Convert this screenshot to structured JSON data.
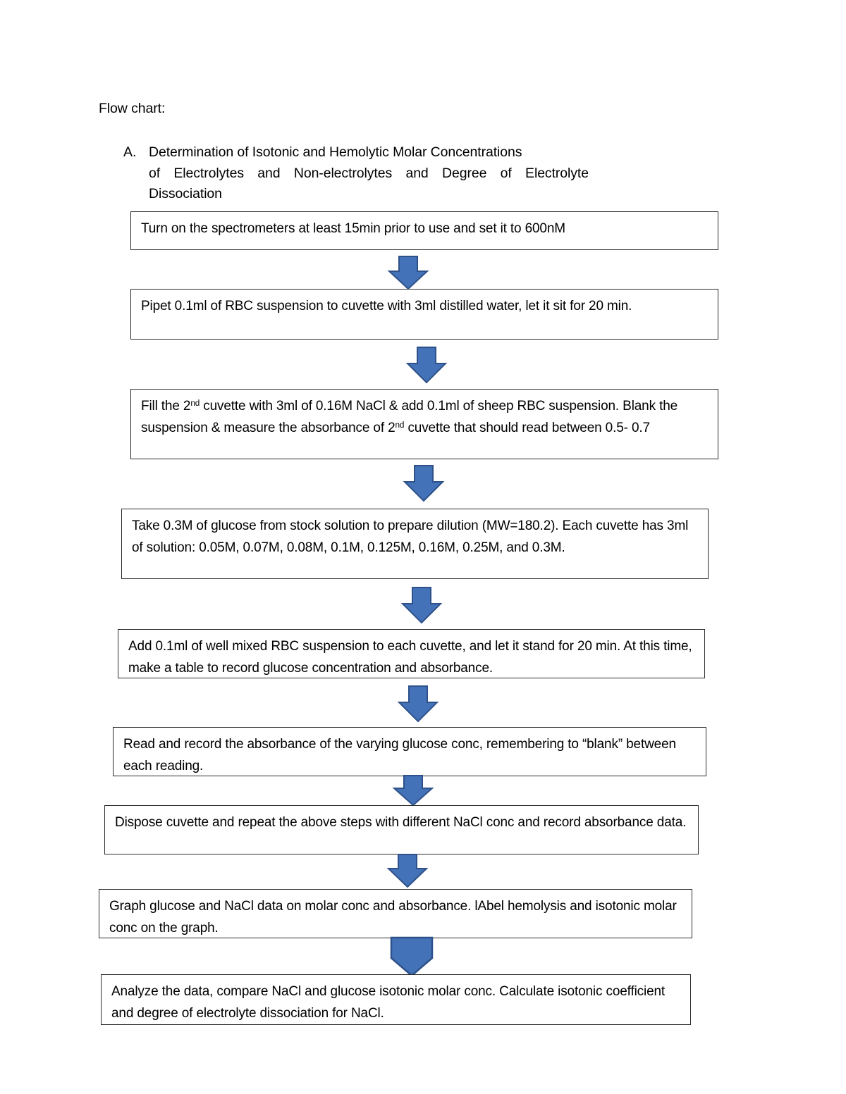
{
  "document": {
    "flow_label": "Flow chart:",
    "section": {
      "marker": "A.",
      "line1": "Determination of Isotonic and Hemolytic Molar Concentrations",
      "line2": "of Electrolytes and Non-electrolytes and Degree of Electrolyte",
      "line3": "Dissociation"
    }
  },
  "flowchart": {
    "arrow_fill": "#4472B8",
    "arrow_stroke": "#2E5189",
    "box_border": "#2b2b2b",
    "steps": [
      {
        "id": "step-1",
        "text": "Turn on the spectrometers at least 15min prior to use and set it to 600nM"
      },
      {
        "id": "step-2",
        "text": "Pipet 0.1ml of RBC suspension to cuvette with 3ml distilled water, let it sit for 20 min."
      },
      {
        "id": "step-3",
        "text_part1": "Fill the 2",
        "sup1": "nd",
        "text_part2": " cuvette with 3ml of 0.16M NaCl & add 0.1ml of sheep RBC suspension. Blank the suspension & measure the absorbance of 2",
        "sup2": "nd",
        "text_part3": " cuvette that should read between 0.5- 0.7"
      },
      {
        "id": "step-4",
        "text": "Take 0.3M of glucose from stock solution to prepare dilution (MW=180.2). Each cuvette has 3ml of solution: 0.05M, 0.07M, 0.08M, 0.1M, 0.125M, 0.16M, 0.25M, and 0.3M."
      },
      {
        "id": "step-5",
        "text": "Add 0.1ml of well mixed RBC suspension to each cuvette, and let it stand for 20 min. At this time, make a table to record glucose concentration and absorbance."
      },
      {
        "id": "step-6",
        "text": "Read and record the absorbance of the varying glucose conc, remembering to “blank” between each reading."
      },
      {
        "id": "step-7",
        "text": "Dispose cuvette and repeat the above steps with different NaCl conc and record absorbance data."
      },
      {
        "id": "step-8",
        "text": "Graph glucose and NaCl data on molar conc and absorbance. lAbel hemolysis and isotonic molar conc on the graph."
      },
      {
        "id": "step-9",
        "text": "Analyze the data, compare NaCl and glucose isotonic molar conc. Calculate isotonic coefficient and degree of electrolyte dissociation for NaCl."
      }
    ]
  }
}
